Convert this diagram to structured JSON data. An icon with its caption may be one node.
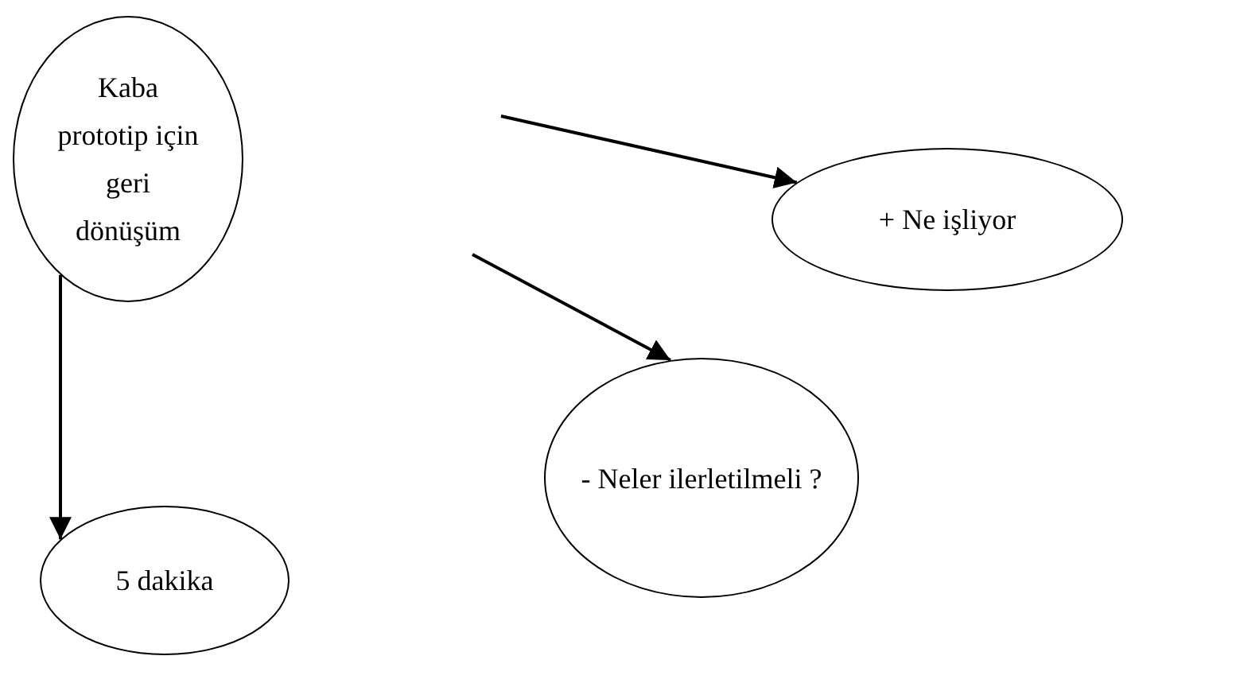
{
  "diagram": {
    "nodes": [
      {
        "text": [
          "Kaba prototip için geri dönüşüm"
        ]
      },
      {
        "text": [
          "+ Ne işliyor"
        ]
      },
      {
        "text": [
          "- Neler ilerletilmeli ?"
        ]
      },
      {
        "text": [
          "5 dakika"
        ]
      }
    ],
    "edges": [
      {
        "from": null,
        "to": 1,
        "arrow": "to"
      },
      {
        "from": null,
        "to": 2,
        "arrow": "to"
      },
      {
        "from": 0,
        "to": 3,
        "arrow": "to"
      }
    ]
  }
}
